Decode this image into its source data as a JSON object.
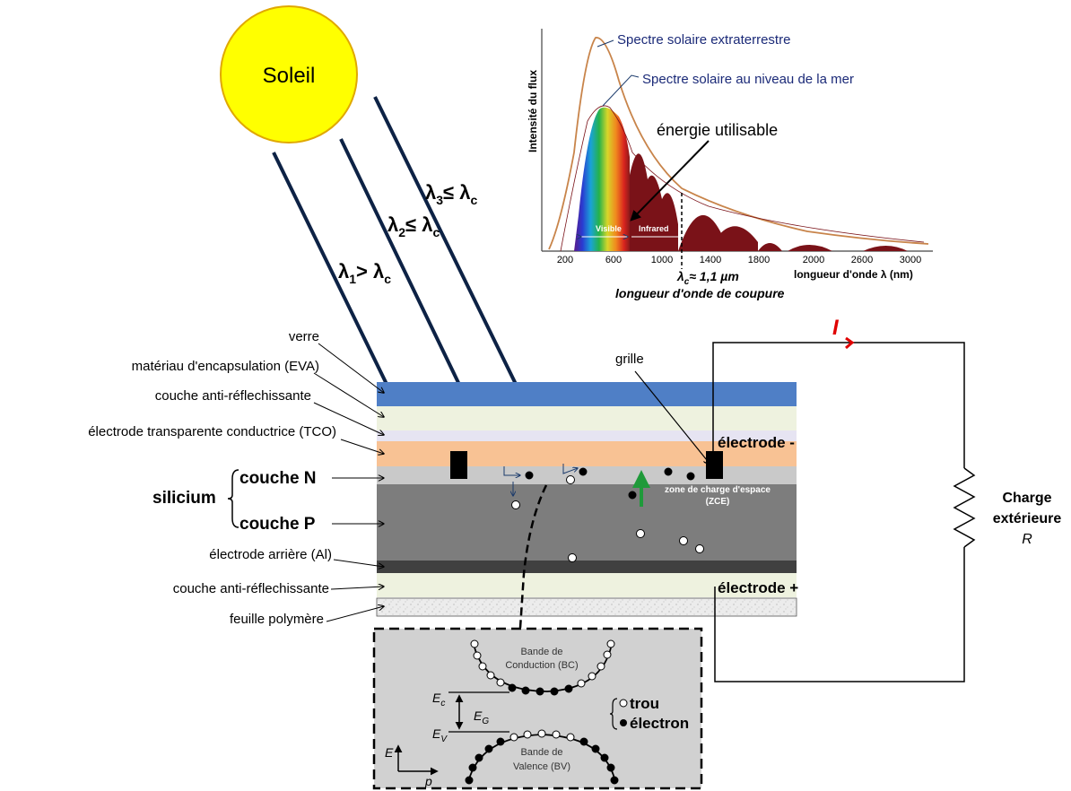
{
  "sun": {
    "label": "Soleil",
    "fill": "#ffff00",
    "stroke": "#e0a800"
  },
  "rays": [
    {
      "label_main": "λ",
      "label_sub": "1",
      "label_rel": "> λ",
      "label_sub2": "c"
    },
    {
      "label_main": "λ",
      "label_sub": "2",
      "label_rel": "≤ λ",
      "label_sub2": "c"
    },
    {
      "label_main": "λ",
      "label_sub": "3",
      "label_rel": "≤ λ",
      "label_sub2": "c"
    }
  ],
  "spectrum": {
    "ylabel": "Intensité du flux",
    "legend_extra": "Spectre solaire extraterrestre",
    "legend_sea": "Spectre solaire au niveau de la mer",
    "usable": "énergie utilisable",
    "band_visible": "Visible",
    "band_infrared": "Infrared",
    "xticks": [
      "200",
      "600",
      "1000",
      "1400",
      "1800",
      "2000",
      "2600",
      "3000"
    ],
    "xlabel": "longueur d'onde λ (nm)",
    "cutoff_value": "≈ 1,1 µm",
    "cutoff_symbol": "λ",
    "cutoff_sub": "c",
    "cutoff_caption": "longueur d'onde de coupure"
  },
  "layers": {
    "labels": [
      "verre",
      "matériau d'encapsulation (EVA)",
      "couche anti-réflechissante",
      "électrode transparente conductrice (TCO)",
      "couche N",
      "couche P",
      "électrode arrière (Al)",
      "couche anti-réflechissante",
      "feuille polymère"
    ],
    "silicium": "silicium",
    "grille": "grille",
    "zce_line1": "zone de charge d'espace",
    "zce_line2": "(ZCE)",
    "electrode_minus": "électrode -",
    "electrode_plus": "électrode +"
  },
  "circuit": {
    "current": "I",
    "load_line1": "Charge",
    "load_line2": "extérieure",
    "load_symbol": "R",
    "current_color": "#e00000"
  },
  "bands": {
    "bc_line1": "Bande de",
    "bc_line2": "Conduction (BC)",
    "bv_line1": "Bande de",
    "bv_line2": "Valence (BV)",
    "ec": "E",
    "ec_sub": "c",
    "ev": "E",
    "ev_sub": "V",
    "eg": "E",
    "eg_sub": "G",
    "axis_e": "E",
    "axis_p": "p",
    "legend_hole": "trou",
    "legend_electron": "électron"
  },
  "colors": {
    "ray": "#0d2245",
    "glass": "#4f7fc6",
    "eva": "#eef2df",
    "tco": "#f8c294",
    "n_layer": "#c9c9c9",
    "p_layer": "#7d7d7d",
    "back": "#404040",
    "zce_arrow": "#1f9a3a"
  }
}
